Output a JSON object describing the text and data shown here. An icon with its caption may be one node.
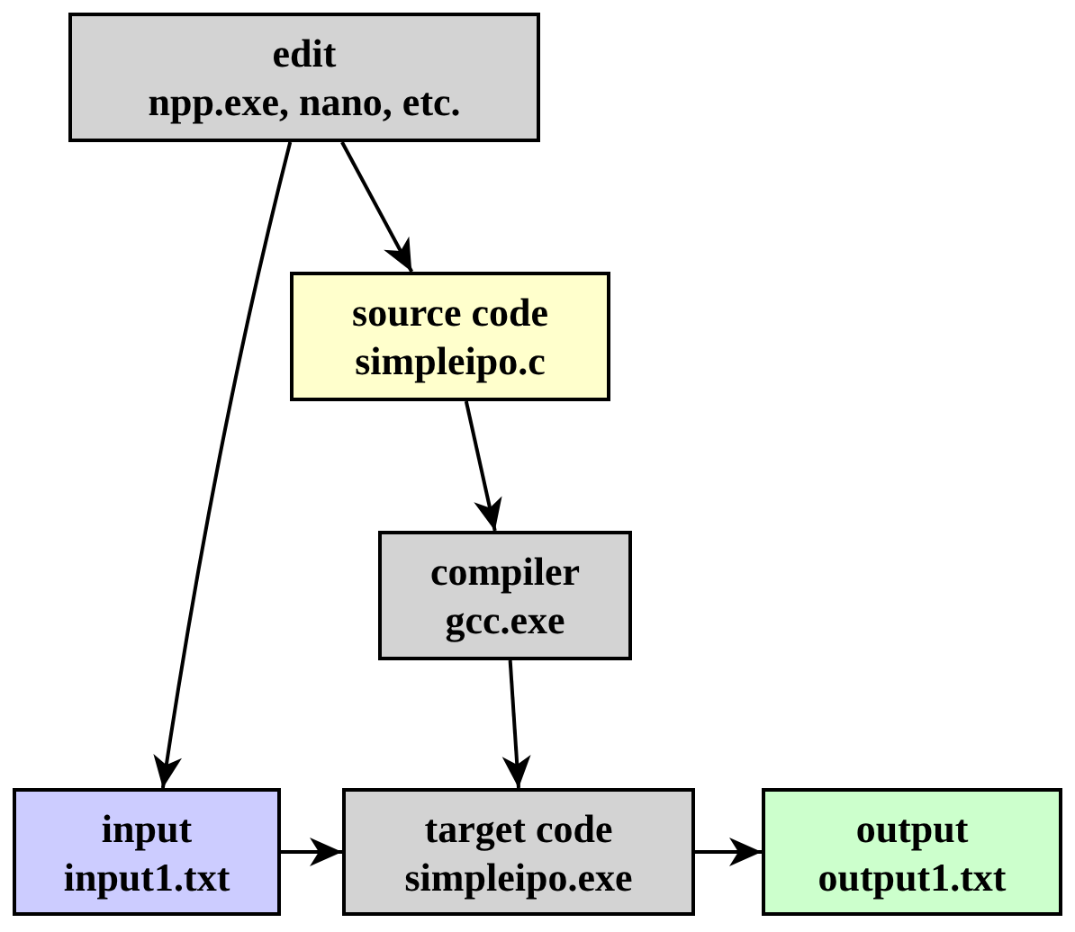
{
  "diagram": {
    "nodes": [
      {
        "text": [
          "edit",
          "npp.exe, nano, etc."
        ]
      },
      {
        "text": [
          "source code",
          "simpleipo.c"
        ]
      },
      {
        "text": [
          "compiler",
          "gcc.exe"
        ]
      },
      {
        "text": [
          "input",
          "input1.txt"
        ]
      },
      {
        "text": [
          "target code",
          "simpleipo.exe"
        ]
      },
      {
        "text": [
          "output",
          "output1.txt"
        ]
      }
    ],
    "edges": [
      {
        "from": 0,
        "to": 1,
        "arrow": "to"
      },
      {
        "from": 0,
        "to": 3,
        "arrow": "to"
      },
      {
        "from": 1,
        "to": 2,
        "arrow": "to"
      },
      {
        "from": 2,
        "to": 4,
        "arrow": "to"
      },
      {
        "from": 3,
        "to": 4,
        "arrow": "to"
      },
      {
        "from": 4,
        "to": 5,
        "arrow": "to"
      }
    ]
  }
}
